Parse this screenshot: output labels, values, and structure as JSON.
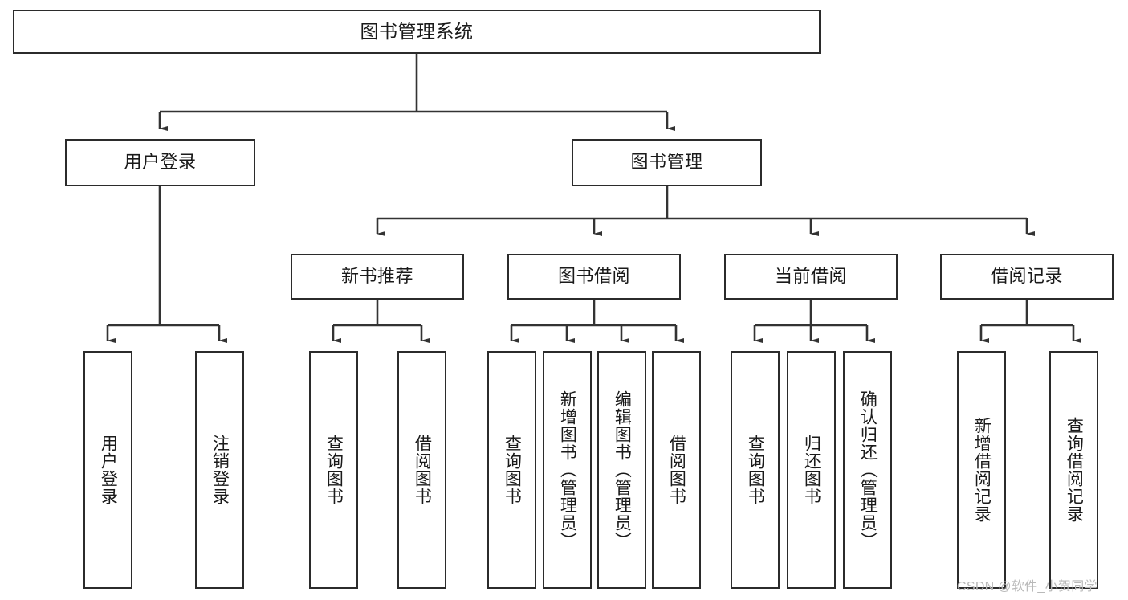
{
  "diagram": {
    "type": "hierarchy-tree",
    "title": "图书管理系统",
    "watermark": "CSDN @软件_小贺同学",
    "colors": {
      "box_border": "#2b2b2b",
      "box_fill": "#ffffff",
      "connector": "#333333",
      "text": "#1a1a1a",
      "watermark": "#b9b9b9",
      "background": "#ffffff"
    },
    "root": {
      "id": "root",
      "label": "图书管理系统",
      "level": 0
    },
    "level1": [
      {
        "id": "user-login",
        "label": "用户登录",
        "level": 1
      },
      {
        "id": "book-management",
        "label": "图书管理",
        "level": 1
      }
    ],
    "level2": [
      {
        "id": "new-book-recommend",
        "label": "新书推荐",
        "level": 2,
        "parent": "book-management"
      },
      {
        "id": "book-borrow",
        "label": "图书借阅",
        "level": 2,
        "parent": "book-management"
      },
      {
        "id": "current-borrow",
        "label": "当前借阅",
        "level": 2,
        "parent": "book-management"
      },
      {
        "id": "borrow-record",
        "label": "借阅记录",
        "level": 2,
        "parent": "book-management"
      }
    ],
    "leaves": [
      {
        "id": "leaf-user-login",
        "label": "用户登录",
        "parent": "user-login"
      },
      {
        "id": "leaf-logout",
        "label": "注销登录",
        "parent": "user-login"
      },
      {
        "id": "leaf-query-book-1",
        "label": "查询图书",
        "parent": "new-book-recommend"
      },
      {
        "id": "leaf-borrow-book-1",
        "label": "借阅图书",
        "parent": "new-book-recommend"
      },
      {
        "id": "leaf-query-book-2",
        "label": "查询图书",
        "parent": "book-borrow"
      },
      {
        "id": "leaf-add-book",
        "label": "新增图书（管理员）",
        "parent": "book-borrow"
      },
      {
        "id": "leaf-edit-book",
        "label": "编辑图书（管理员）",
        "parent": "book-borrow"
      },
      {
        "id": "leaf-borrow-book-2",
        "label": "借阅图书",
        "parent": "book-borrow"
      },
      {
        "id": "leaf-query-book-3",
        "label": "查询图书",
        "parent": "current-borrow"
      },
      {
        "id": "leaf-return-book",
        "label": "归还图书",
        "parent": "current-borrow"
      },
      {
        "id": "leaf-confirm-return",
        "label": "确认归还（管理员）",
        "parent": "current-borrow"
      },
      {
        "id": "leaf-add-record",
        "label": "新增借阅记录",
        "parent": "borrow-record"
      },
      {
        "id": "leaf-query-record",
        "label": "查询借阅记录",
        "parent": "borrow-record"
      }
    ]
  }
}
